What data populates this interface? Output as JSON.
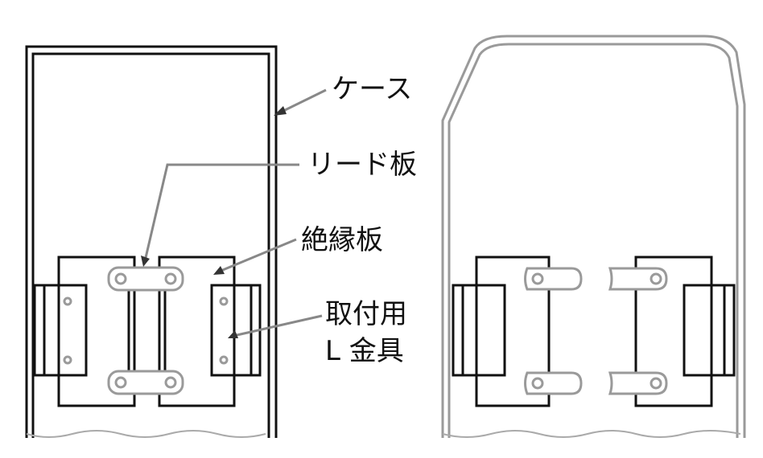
{
  "labels": {
    "case": "ケース",
    "lead_plate": "リード板",
    "insulating_plate": "絶縁板",
    "bracket_line1": "取付用",
    "bracket_line2": "L 金具"
  },
  "colors": {
    "line": "#111111",
    "gray": "#9a9a9a",
    "leader": "#888888"
  }
}
